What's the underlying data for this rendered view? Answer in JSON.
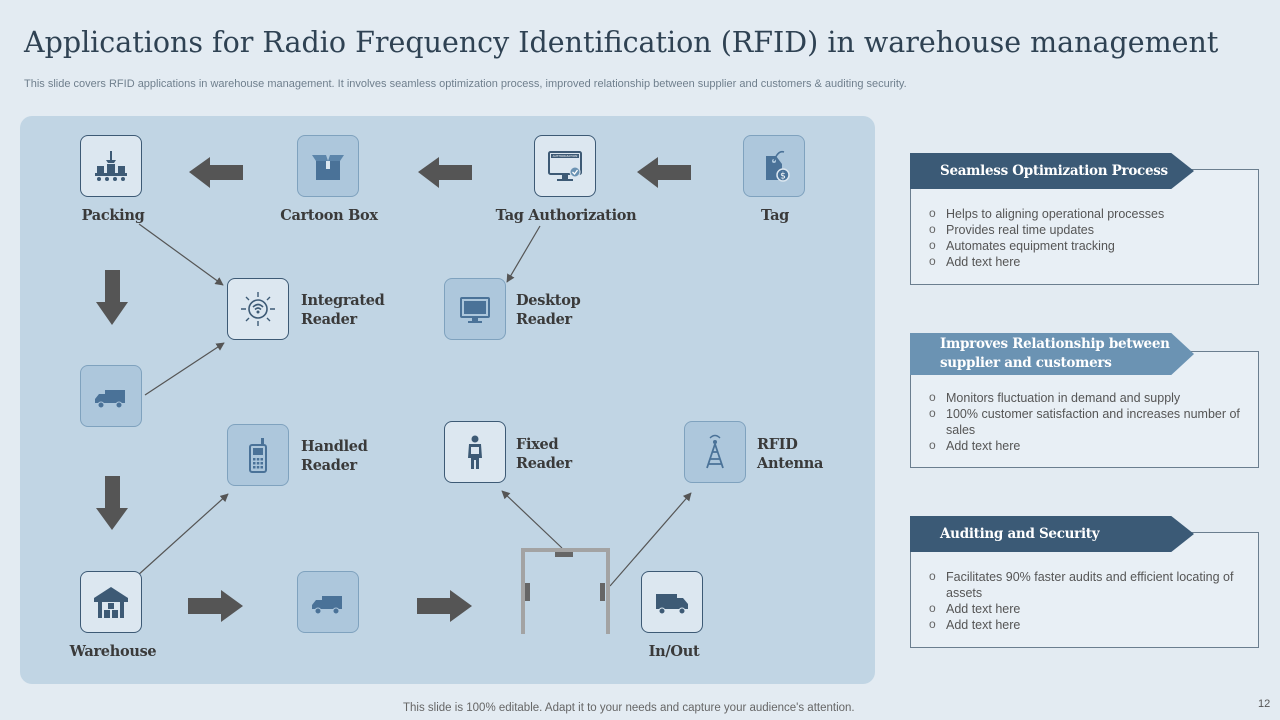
{
  "header": {
    "title": "Applications for Radio Frequency Identification (RFID) in warehouse management",
    "subtitle": "This slide covers RFID applications in warehouse management. It involves seamless optimization process, improved relationship between supplier and customers & auditing security."
  },
  "diagram": {
    "packing": "Packing",
    "cartoon_box": "Cartoon Box",
    "tag_authorization": "Tag Authorization",
    "tag": "Tag",
    "integrated_reader": "Integrated\nReader",
    "desktop_reader": "Desktop\nReader",
    "handled_reader": "Handled\nReader",
    "fixed_reader": "Fixed\nReader",
    "rfid_antenna": "RFID\nAntenna",
    "warehouse": "Warehouse",
    "in_out": "In/Out",
    "auth_screen_text": "AUTHORIZATION"
  },
  "cards": [
    {
      "title": "Seamless Optimization Process",
      "items": [
        "Helps to aligning operational processes",
        "Provides real time updates",
        "Automates equipment tracking",
        "Add text here"
      ]
    },
    {
      "title": "Improves Relationship between supplier and customers",
      "items": [
        "Monitors fluctuation in demand and supply",
        "100% customer satisfaction and increases number of sales",
        "Add text here"
      ]
    },
    {
      "title": "Auditing and Security",
      "items": [
        "Facilitates 90% faster audits and efficient locating of assets",
        "Add text here",
        "Add text here"
      ]
    }
  ],
  "footer": {
    "note": "This slide is 100% editable. Adapt it to your needs and capture your audience's attention.",
    "page": "12"
  },
  "colors": {
    "dark_accent": "#3b5a76",
    "mid_accent": "#6b93b3",
    "panel": "#c1d5e4",
    "background": "#e3ebf2"
  }
}
